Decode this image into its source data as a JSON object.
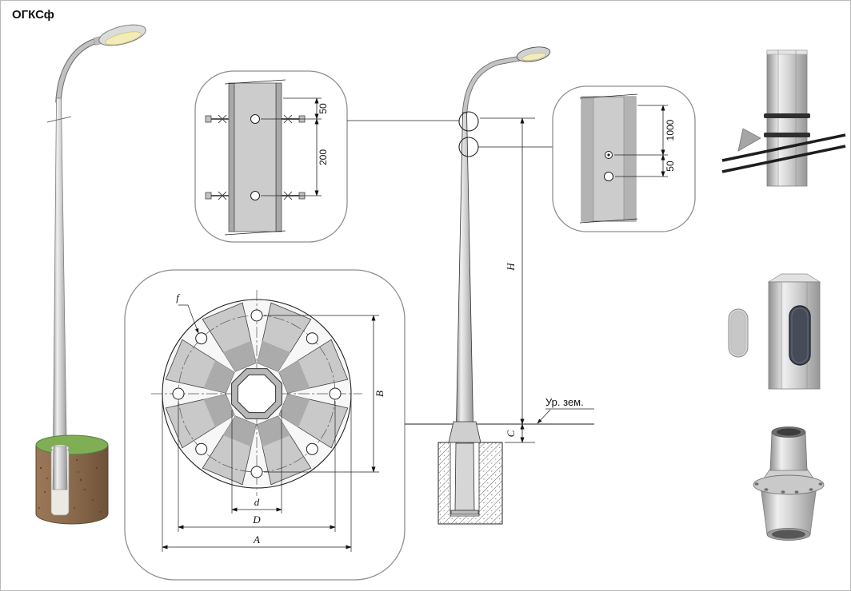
{
  "title": "ОГКСф",
  "colors": {
    "metal_light": "#efefef",
    "metal_dark": "#8f8f8f",
    "soil": "#8a6a4c",
    "grass": "#7fae54",
    "lamp_light": "#f2ecb9",
    "line": "#222222"
  },
  "clamp_detail": {
    "dim_edge_to_hole": "50",
    "dim_hole_spacing": "200"
  },
  "cable_entry_detail": {
    "dim_height": "1000",
    "dim_hole_offset": "50"
  },
  "flange_plan": {
    "hole_label": "f",
    "bolt_span_label": "B",
    "inner_size_label": "d",
    "bolt_circle_label": "D",
    "outer_size_label": "A"
  },
  "elevation": {
    "height_label": "H",
    "foundation_reveal_label": "C",
    "ground_level_label": "Ур. зем."
  }
}
